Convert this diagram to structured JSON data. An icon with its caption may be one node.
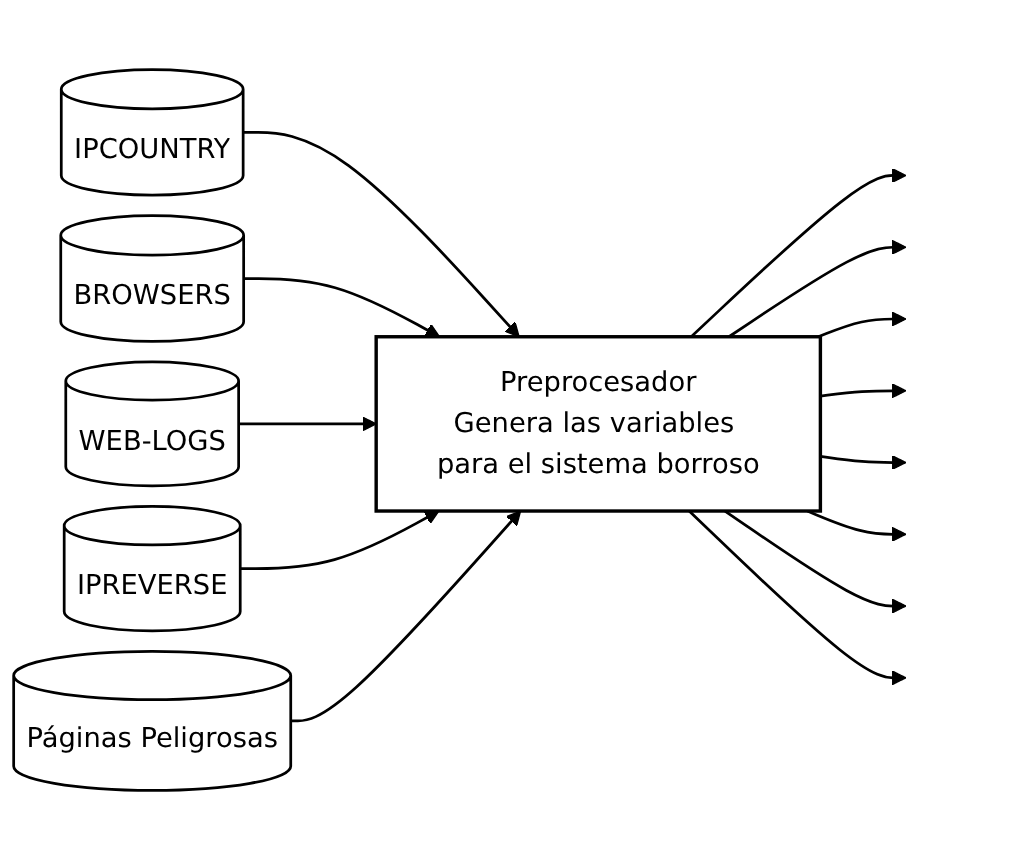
{
  "diagram": {
    "nodes": [
      {
        "text": [
          "IPCOUNTRY"
        ]
      },
      {
        "text": [
          "BROWSERS"
        ]
      },
      {
        "text": [
          "WEB-LOGS"
        ]
      },
      {
        "text": [
          "Preprocesador",
          "Genera las variables para el sistema borroso"
        ]
      },
      {
        "text": [
          "IPREVERSE"
        ]
      },
      {
        "text": [
          "Páginas Peligrosas"
        ]
      }
    ],
    "edges": [
      {
        "from": 0,
        "to": 3,
        "arrow": "to"
      },
      {
        "from": 1,
        "to": 3,
        "arrow": "to"
      },
      {
        "from": 2,
        "to": 3,
        "arrow": "to"
      },
      {
        "from": 4,
        "to": 3,
        "arrow": "to"
      },
      {
        "from": 5,
        "to": 3,
        "arrow": "to"
      },
      {
        "from": 3,
        "to": null,
        "arrow": "to"
      },
      {
        "from": 3,
        "to": null,
        "arrow": "to"
      },
      {
        "from": 3,
        "to": null,
        "arrow": "to"
      },
      {
        "from": 3,
        "to": null,
        "arrow": "to"
      },
      {
        "from": 3,
        "to": null,
        "arrow": "to"
      },
      {
        "from": 3,
        "to": null,
        "arrow": "to"
      },
      {
        "from": 3,
        "to": null,
        "arrow": "to"
      },
      {
        "from": 3,
        "to": null,
        "arrow": "to"
      }
    ]
  }
}
